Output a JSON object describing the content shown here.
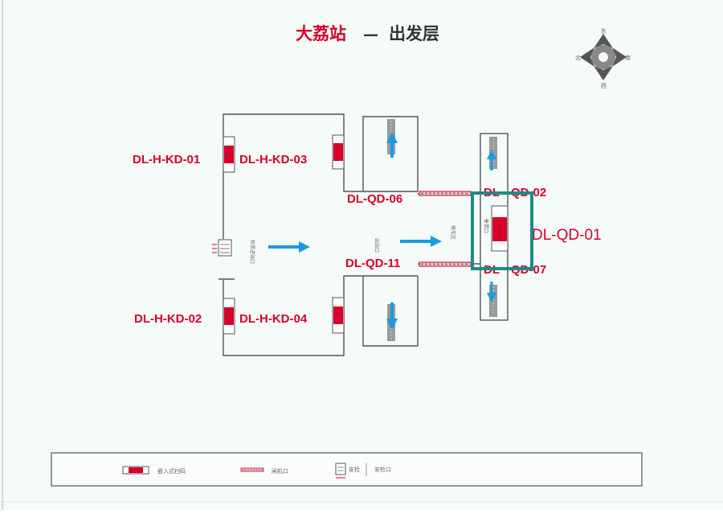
{
  "title": {
    "station": "大荔站",
    "dash": "—",
    "floor": "出发层"
  },
  "compass": {
    "north": "北",
    "south": "南",
    "east": "东",
    "west": "西"
  },
  "labels": {
    "hkd01": "DL-H-KD-01",
    "hkd03": "DL-H-KD-03",
    "hkd02": "DL-H-KD-02",
    "hkd04": "DL-H-KD-04",
    "qd06": "DL-QD-06",
    "qd11": "DL-QD-11",
    "qd02_a": "DL",
    "qd02_b": "QD-02",
    "qd07_a": "DL",
    "qd07_b": "QD-07",
    "qd01": "DL-QD-01"
  },
  "map_text": {
    "entry_vertical": "检票进站口",
    "gate_vertical": "出站口",
    "inner_vertical": "候车区",
    "kiosk_vertical": "售票口"
  },
  "legend": {
    "item1": "嵌入式扫码",
    "item2": "闸机口",
    "item3": "安检",
    "item4": "安检口"
  },
  "colors": {
    "accent_red": "#d6002a",
    "arrow_blue": "#1a9be0",
    "highlight_teal": "#1e8a8a",
    "wall": "#555555"
  }
}
